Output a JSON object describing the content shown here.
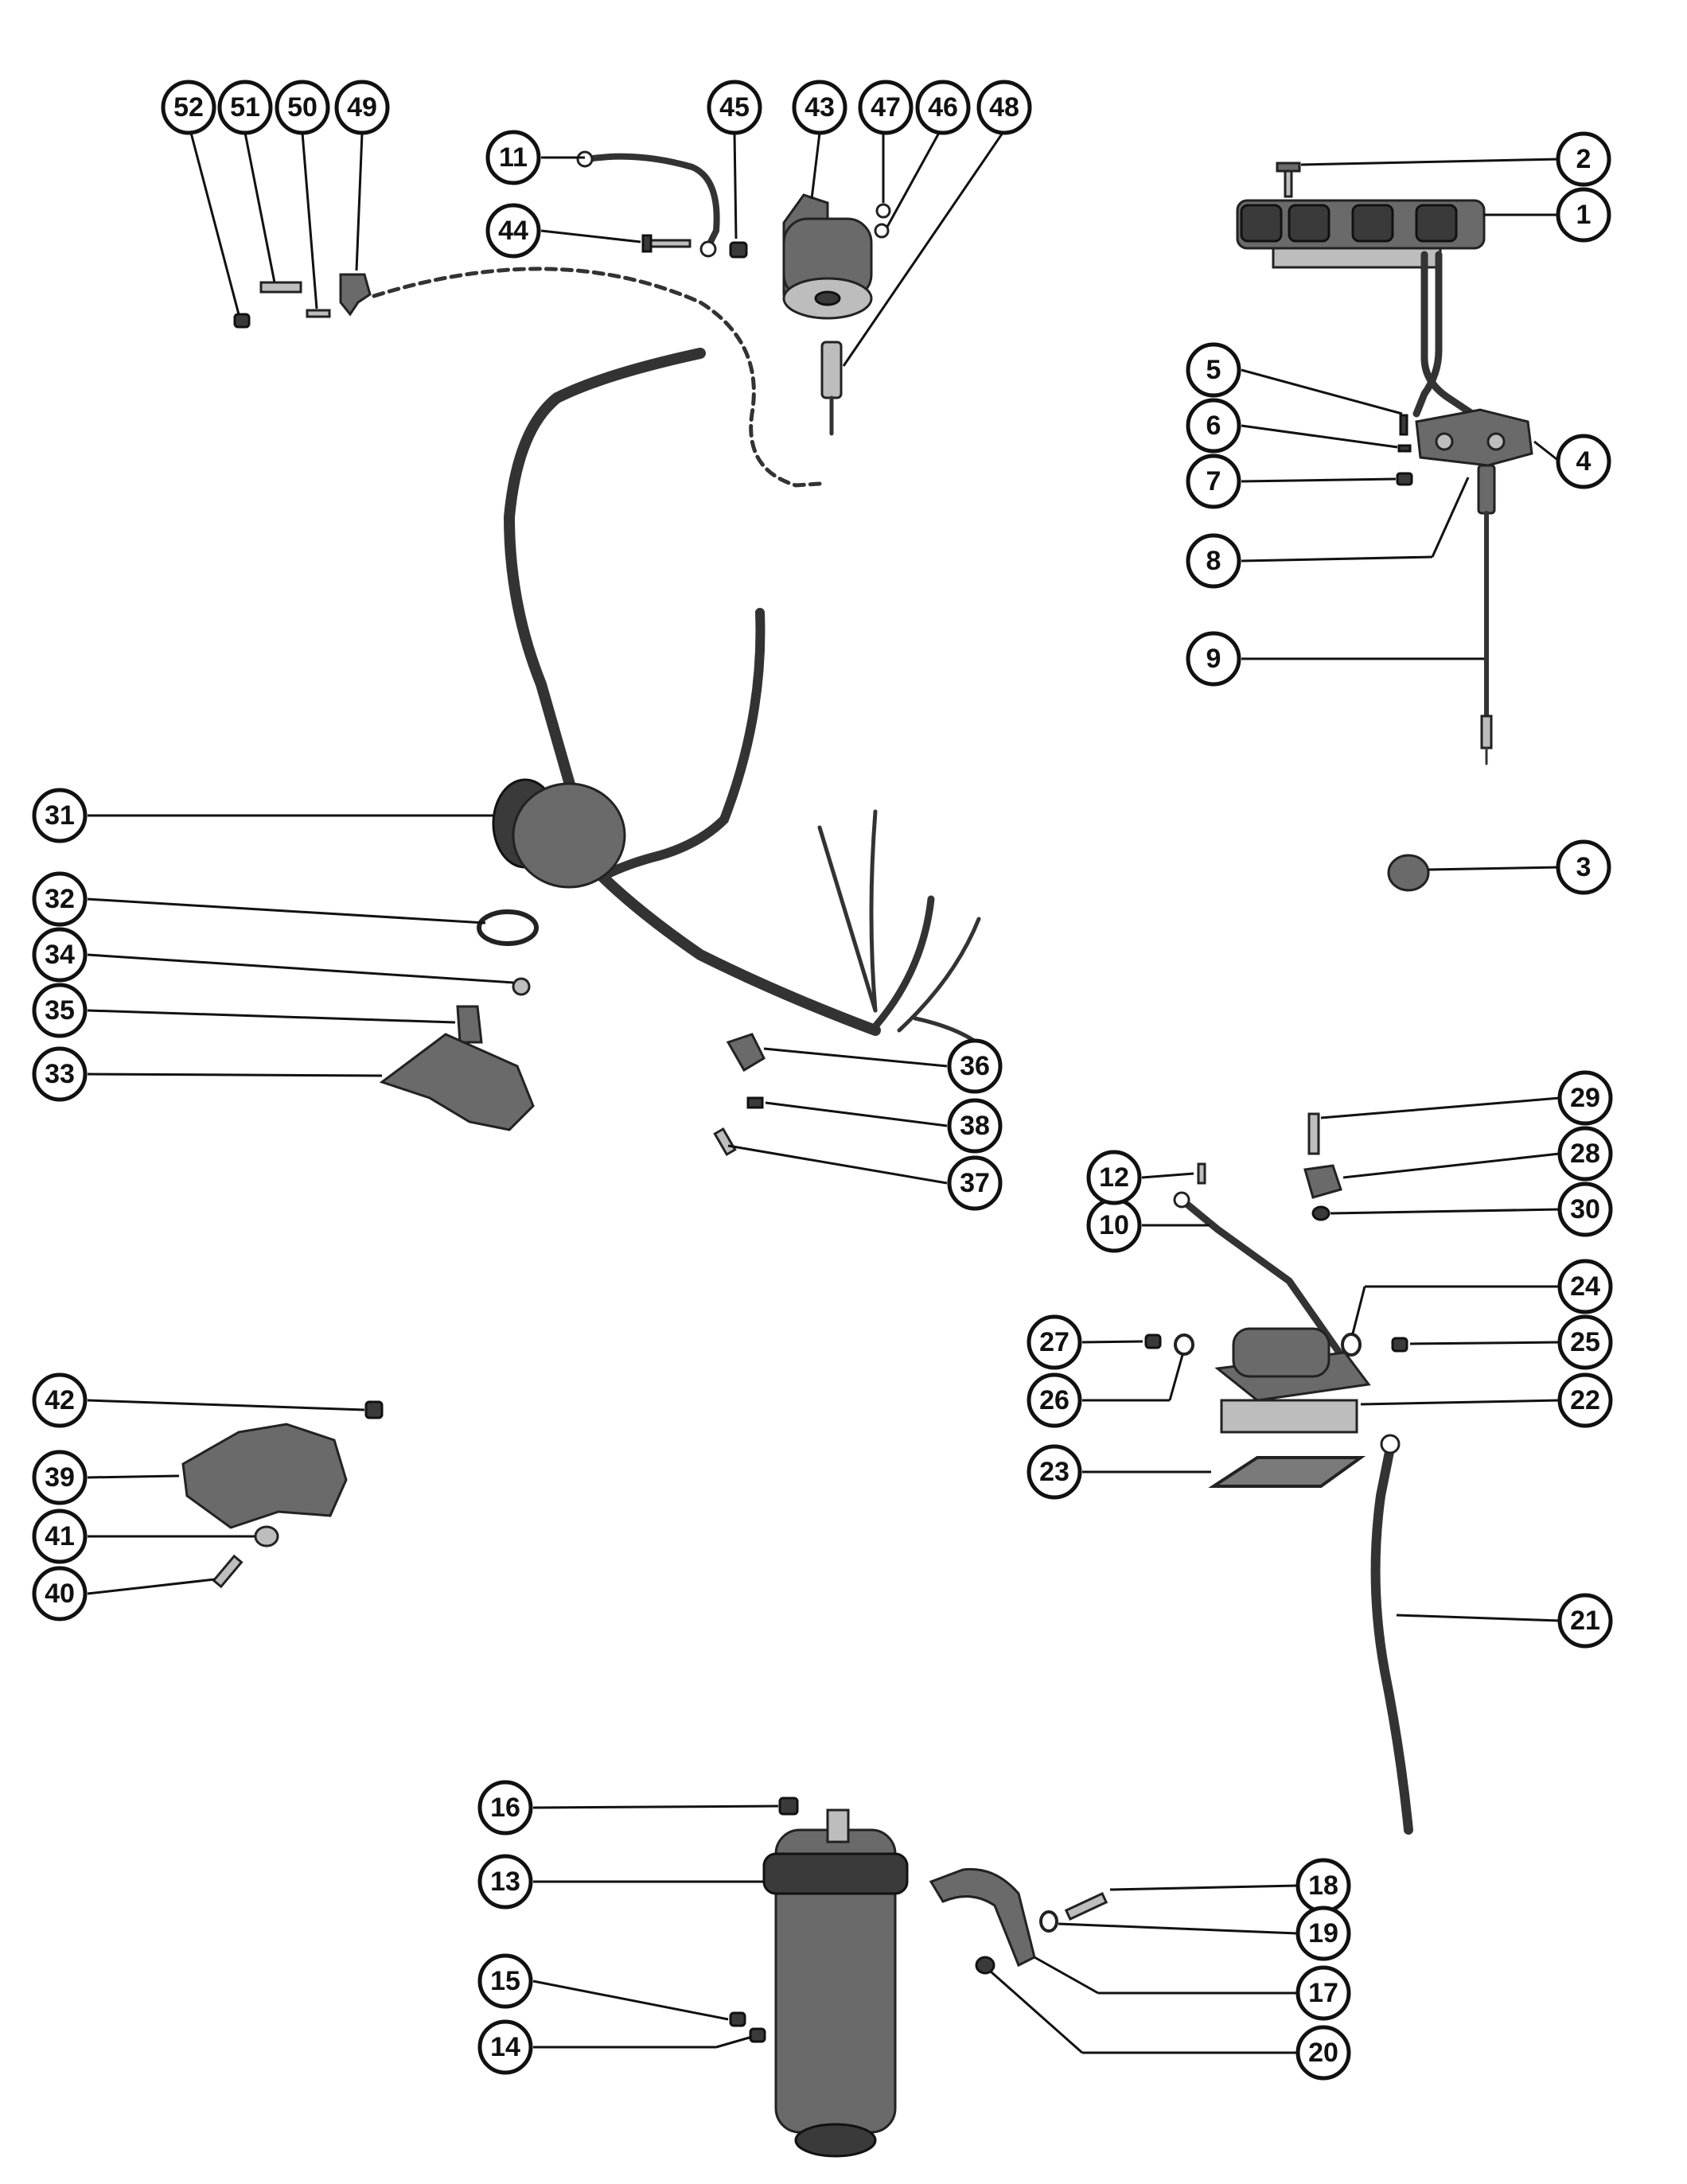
{
  "figure": {
    "type": "exploded-parts-diagram",
    "colors": {
      "ink": "#111111",
      "part": "#6a6a6a",
      "background": "#ffffff"
    }
  },
  "callouts": [
    "1",
    "2",
    "3",
    "4",
    "5",
    "6",
    "7",
    "8",
    "9",
    "10",
    "11",
    "12",
    "13",
    "14",
    "15",
    "16",
    "17",
    "18",
    "19",
    "20",
    "21",
    "22",
    "23",
    "24",
    "25",
    "26",
    "27",
    "28",
    "29",
    "30",
    "31",
    "32",
    "33",
    "34",
    "35",
    "36",
    "37",
    "38",
    "39",
    "40",
    "41",
    "42",
    "43",
    "44",
    "45",
    "46",
    "47",
    "48",
    "49",
    "50",
    "51",
    "52"
  ]
}
